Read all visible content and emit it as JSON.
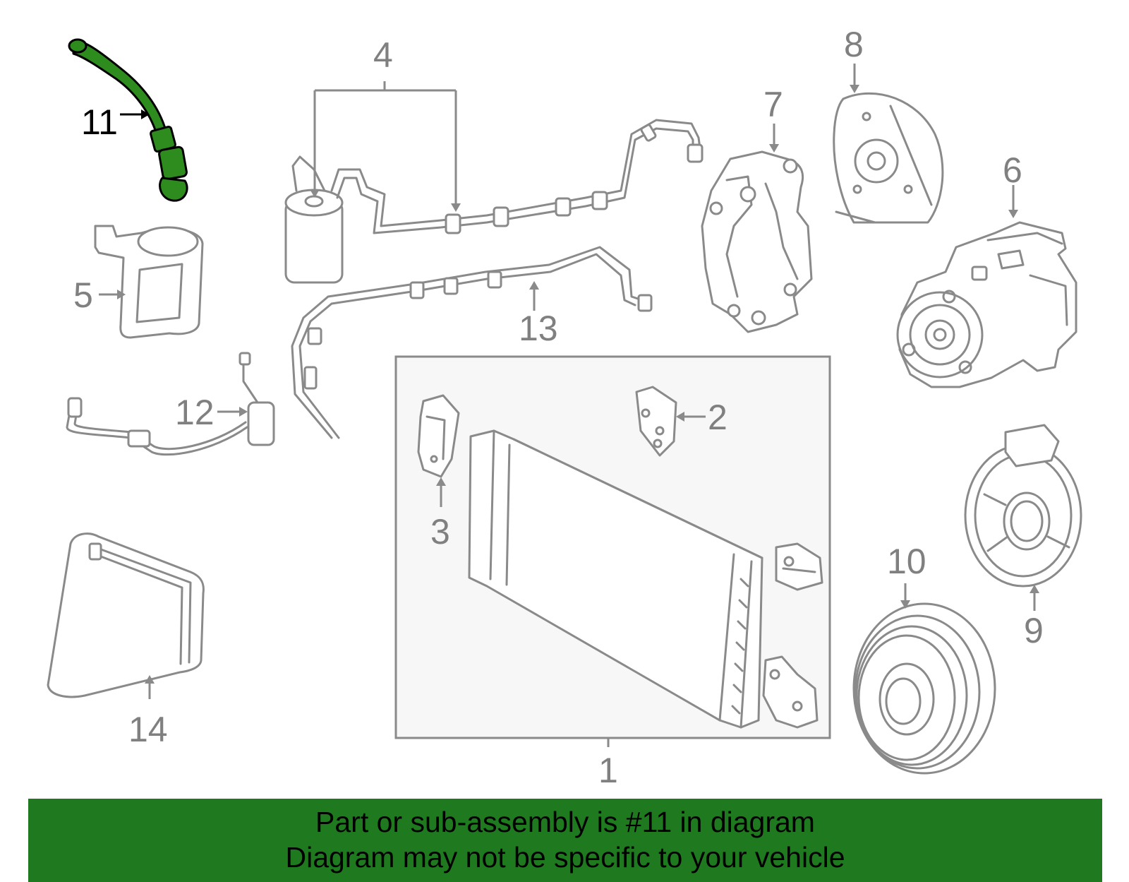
{
  "diagram": {
    "highlight_color": "#2e8b1e",
    "callouts": [
      {
        "id": "1",
        "label": "1"
      },
      {
        "id": "2",
        "label": "2"
      },
      {
        "id": "3",
        "label": "3"
      },
      {
        "id": "4",
        "label": "4"
      },
      {
        "id": "5",
        "label": "5"
      },
      {
        "id": "6",
        "label": "6"
      },
      {
        "id": "7",
        "label": "7"
      },
      {
        "id": "8",
        "label": "8"
      },
      {
        "id": "9",
        "label": "9"
      },
      {
        "id": "10",
        "label": "10"
      },
      {
        "id": "11",
        "label": "11",
        "highlighted": true
      },
      {
        "id": "12",
        "label": "12"
      },
      {
        "id": "13",
        "label": "13"
      },
      {
        "id": "14",
        "label": "14"
      }
    ]
  },
  "banner": {
    "background": "#1f7a1f",
    "line1": "Part or sub-assembly is #11 in diagram",
    "line2": "Diagram may not be specific to your vehicle"
  }
}
